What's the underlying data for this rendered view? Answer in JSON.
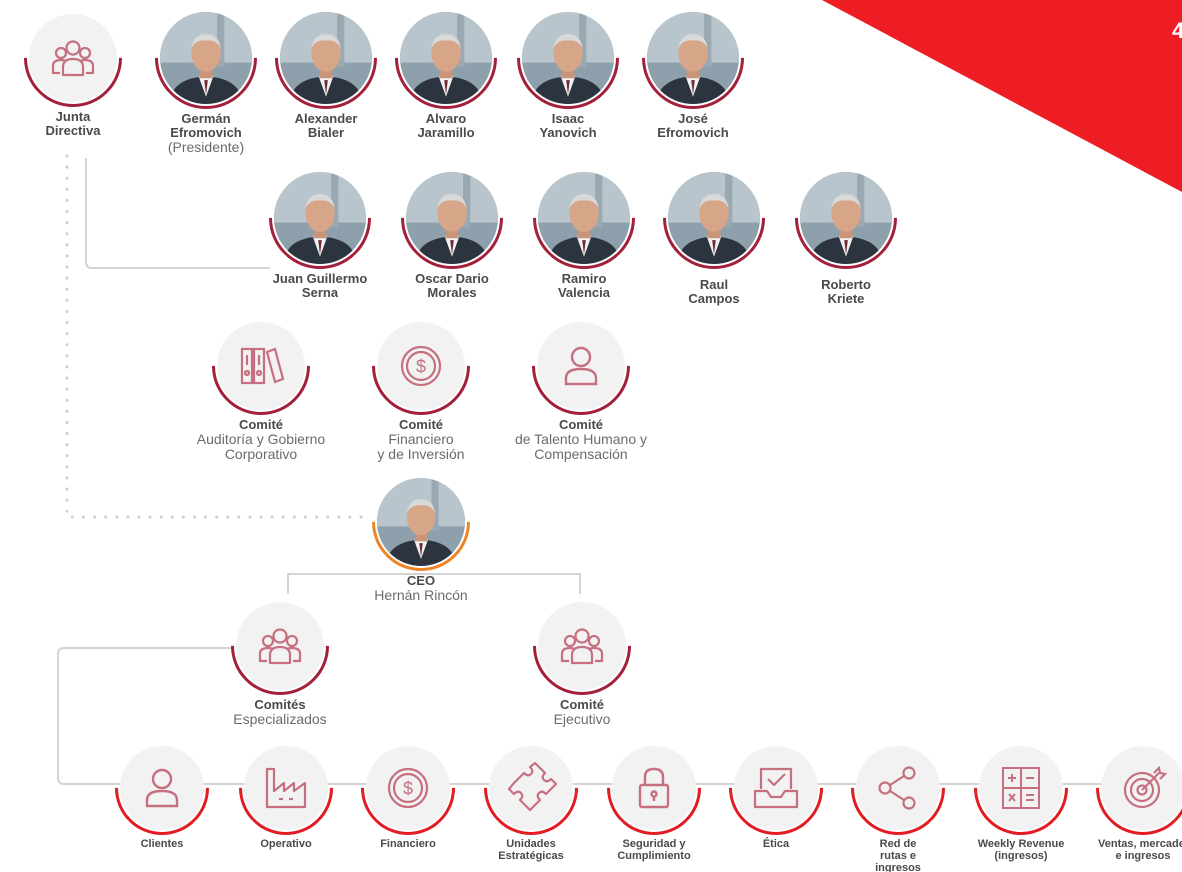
{
  "colors": {
    "burgundy": "#a3203a",
    "red": "#e31b23",
    "orange": "#ef8427",
    "icon_stroke": "#c6707f",
    "disc_bg": "#f2f2f3"
  },
  "page_number": "4",
  "board": {
    "title_line1": "Junta",
    "title_line2": "Directiva",
    "icon": "group-icon",
    "members_row1": [
      {
        "line1": "Germán",
        "line2": "Efromovich",
        "line3": "(Presidente)"
      },
      {
        "line1": "Alexander",
        "line2": "Bialer"
      },
      {
        "line1": "Alvaro",
        "line2": "Jaramillo"
      },
      {
        "line1": "Isaac",
        "line2": "Yanovich"
      },
      {
        "line1": "José",
        "line2": "Efromovich"
      }
    ],
    "members_row2": [
      {
        "line1": "Juan Guillermo",
        "line2": "Serna"
      },
      {
        "line1": "Oscar Dario",
        "line2": "Morales"
      },
      {
        "line1": "Ramiro",
        "line2": "Valencia"
      },
      {
        "line1": "Raul",
        "line2": "Campos"
      },
      {
        "line1": "Roberto",
        "line2": "Kriete"
      }
    ]
  },
  "committees": [
    {
      "name": "Comité",
      "desc1": "Auditoría y Gobierno",
      "desc2": "Corporativo",
      "icon": "binders-icon"
    },
    {
      "name": "Comité",
      "desc1": "Financiero",
      "desc2": "y de Inversión",
      "icon": "dollar-coin-icon"
    },
    {
      "name": "Comité",
      "desc1": "de Talento Humano y",
      "desc2": "Compensación",
      "icon": "person-icon"
    }
  ],
  "ceo": {
    "title": "CEO",
    "name": "Hernán Rincón"
  },
  "exec_groups": [
    {
      "name": "Comités",
      "desc": "Especializados",
      "icon": "group-icon"
    },
    {
      "name": "Comité",
      "desc": "Ejecutivo",
      "icon": "group-icon"
    }
  ],
  "specialized": [
    {
      "line1": "Clientes",
      "icon": "person-icon"
    },
    {
      "line1": "Operativo",
      "icon": "factory-icon"
    },
    {
      "line1": "Financiero",
      "icon": "dollar-coin-icon"
    },
    {
      "line1": "Unidades",
      "line2": "Estratégicas",
      "icon": "puzzle-icon"
    },
    {
      "line1": "Seguridad y",
      "line2": "Cumplimiento",
      "icon": "padlock-icon"
    },
    {
      "line1": "Ética",
      "icon": "inbox-check-icon"
    },
    {
      "line1": "Red de",
      "line2": "rutas e",
      "line3": "ingresos",
      "icon": "share-icon"
    },
    {
      "line1": "Weekly Revenue",
      "line2": "(ingresos)",
      "icon": "calculator-icon"
    },
    {
      "line1": "Ventas, mercadeo",
      "line2": "e ingresos",
      "icon": "target-icon"
    }
  ]
}
